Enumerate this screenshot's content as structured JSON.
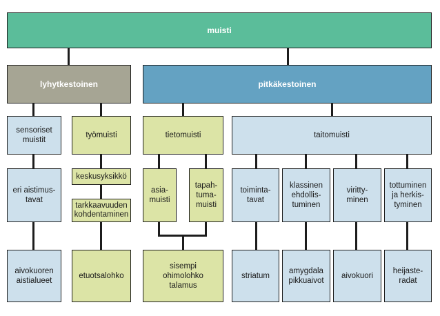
{
  "nodes": {
    "root": "muisti",
    "short_term": "lyhytkestoinen",
    "long_term": "pitkäkestoinen",
    "sensory": "sensoriset\nmuistit",
    "working": "työmuisti",
    "declarative": "tietomuisti",
    "procedural": "taitomuisti",
    "sense_specific": "eri aistimus-\ntavat",
    "central_executive": "keskusyksikkö",
    "attention": "tarkkaavuuden\nkohdentaminen",
    "semantic": "asia-\nmuisti",
    "episodic": "tapah-\ntuma-\nmuisti",
    "skills": "toiminta-\ntavat",
    "classical": "klassinen\nehdollis-\ntuminen",
    "priming": "viritty-\nminen",
    "habituation": "tottuminen\nja herkis-\ntyminen",
    "sensory_cortex": "aivokuoren\naistialueet",
    "frontal": "etuotsalohko",
    "temporal": "sisempi\nohimolohko\ntalamus",
    "striatum": "striatum",
    "amygdala": "amygdala\npikkuaivot",
    "cortex": "aivokuori",
    "reflex": "heijaste-\nradat"
  }
}
